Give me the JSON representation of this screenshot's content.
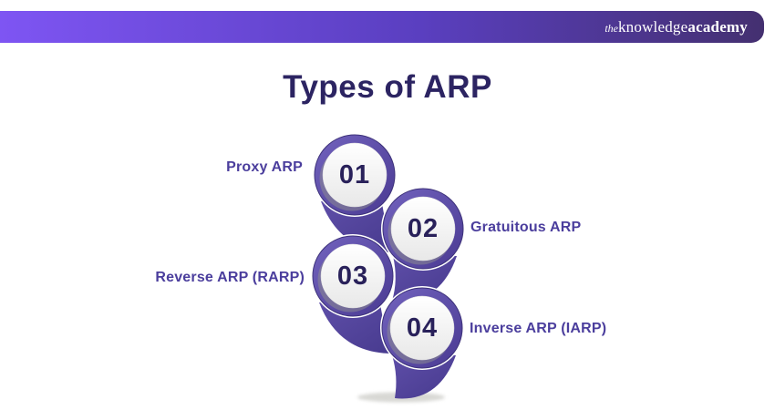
{
  "header": {
    "logo": {
      "the": "the",
      "knowledge": "knowledge",
      "academy": "academy"
    },
    "gradient_left": "#7e55f3",
    "gradient_right": "#443070"
  },
  "title": "Types of ARP",
  "items": [
    {
      "number": "01",
      "label": "Proxy ARP",
      "label_side": "left"
    },
    {
      "number": "02",
      "label": "Gratuitous ARP",
      "label_side": "right"
    },
    {
      "number": "03",
      "label": "Reverse ARP (RARP)",
      "label_side": "left"
    },
    {
      "number": "04",
      "label": "Inverse ARP (IARP)",
      "label_side": "right"
    }
  ],
  "colors": {
    "pin_purple": "#5a4aa2",
    "number_navy": "#29215a",
    "label_purple": "#4b3e9d",
    "title_navy": "#2c2462"
  }
}
